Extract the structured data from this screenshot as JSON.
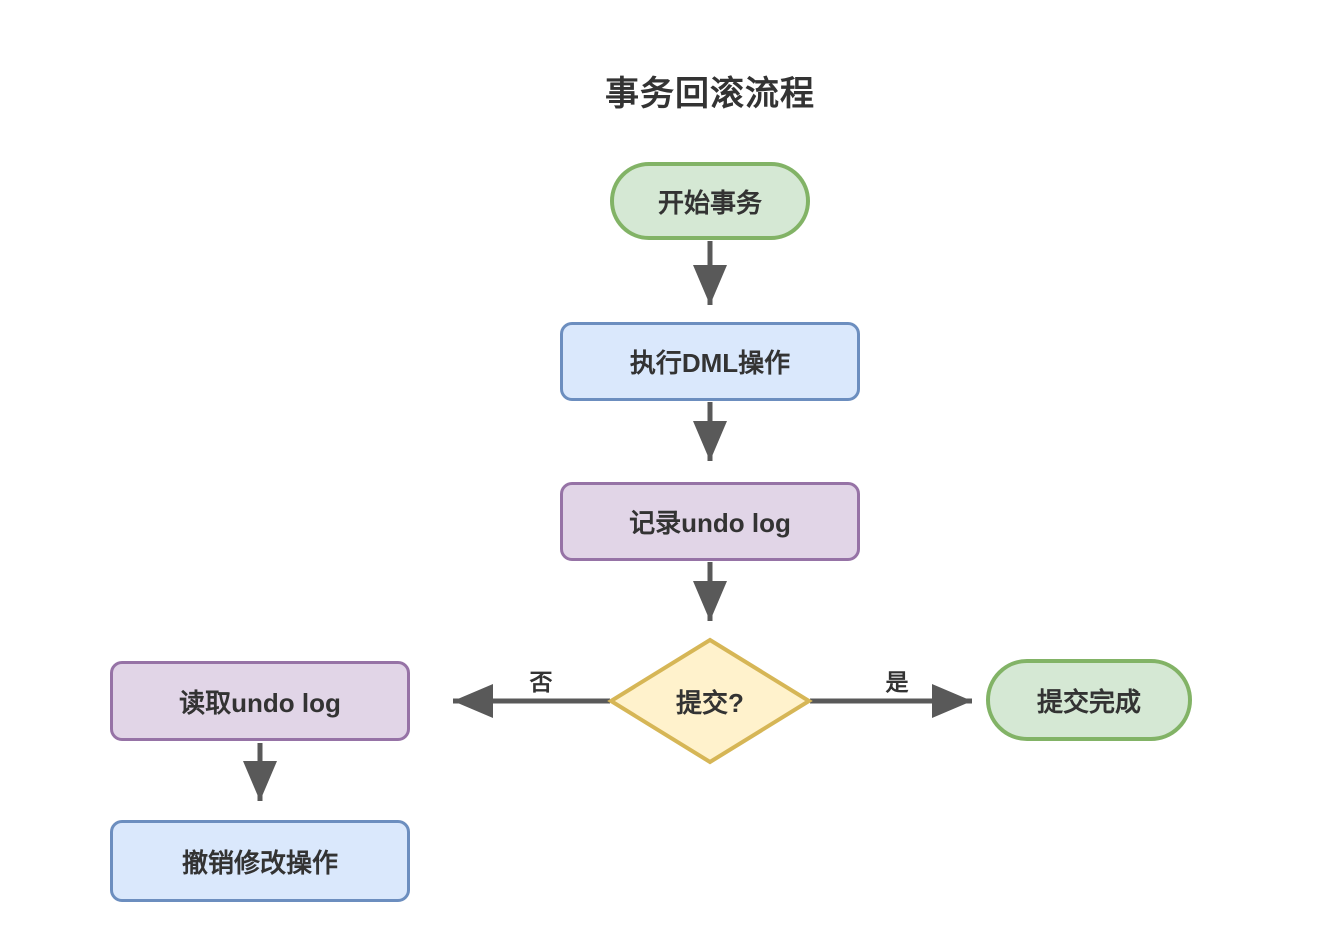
{
  "title": "事务回滚流程",
  "nodes": {
    "start": {
      "label": "开始事务"
    },
    "dml": {
      "label": "执行DML操作"
    },
    "record_undo": {
      "label": "记录undo log"
    },
    "decision": {
      "label": "提交?"
    },
    "read_undo": {
      "label": "读取undo log"
    },
    "revert": {
      "label": "撤销修改操作"
    },
    "commit_done": {
      "label": "提交完成"
    }
  },
  "edge_labels": {
    "no": "否",
    "yes": "是"
  },
  "colors": {
    "green_fill": "#d5e8d4",
    "green_border": "#82b366",
    "blue_fill": "#dae8fc",
    "blue_border": "#6c8ebf",
    "purple_fill": "#e1d5e7",
    "purple_border": "#9673a6",
    "yellow_fill": "#fff2cc",
    "yellow_border": "#d6b656",
    "arrow": "#595959",
    "text": "#333333"
  }
}
